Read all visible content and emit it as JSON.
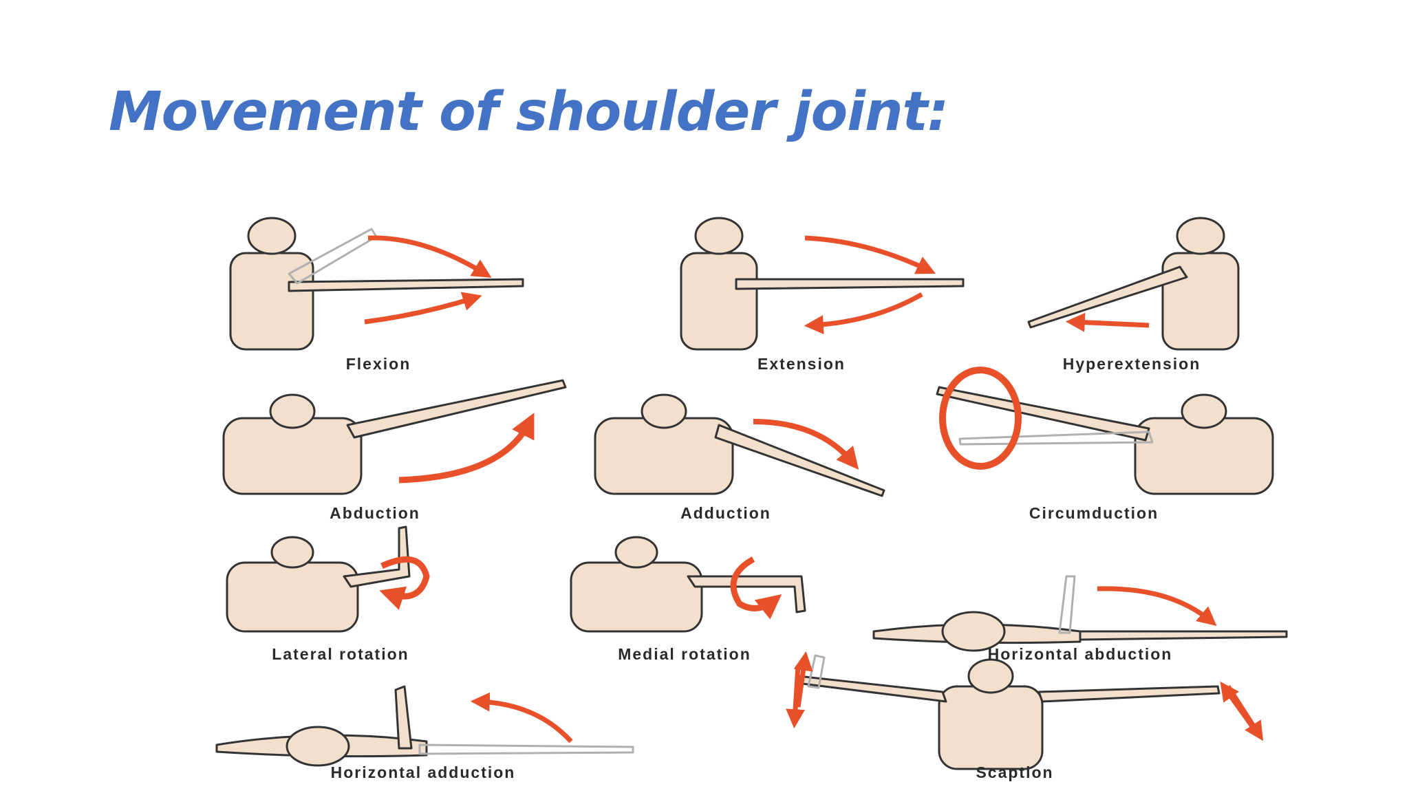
{
  "slide": {
    "title": "Movement of shoulder joint:"
  },
  "figure": {
    "colors": {
      "body": "#f2dfcc",
      "outline": "#333333",
      "arrow": "#e8502a",
      "ghost": "#b0b0b0"
    },
    "movements": [
      {
        "id": "flexion",
        "label": "Flexion"
      },
      {
        "id": "extension",
        "label": "Extension"
      },
      {
        "id": "hyperextension",
        "label": "Hyperextension"
      },
      {
        "id": "abduction",
        "label": "Abduction"
      },
      {
        "id": "adduction",
        "label": "Adduction"
      },
      {
        "id": "circumduction",
        "label": "Circumduction"
      },
      {
        "id": "lateral-rotation",
        "label": "Lateral rotation"
      },
      {
        "id": "medial-rotation",
        "label": "Medial rotation"
      },
      {
        "id": "horizontal-abduction",
        "label": "Horizontal abduction"
      },
      {
        "id": "horizontal-adduction",
        "label": "Horizontal adduction"
      },
      {
        "id": "scaption",
        "label": "Scaption"
      }
    ]
  }
}
